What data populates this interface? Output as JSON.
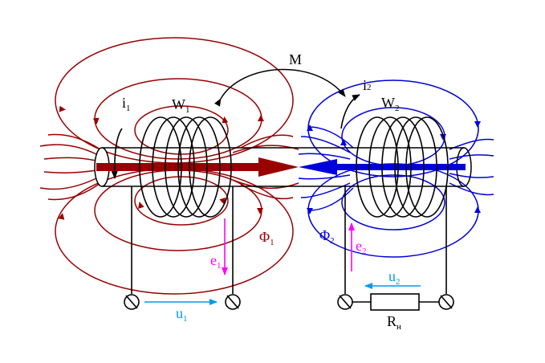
{
  "labels": {
    "mutual": "M",
    "current1": "i",
    "current1_sub": "1",
    "current2": "i",
    "current2_sub": "2",
    "winding1": "W",
    "winding1_sub": "1",
    "winding2": "W",
    "winding2_sub": "2",
    "flux1": "Φ",
    "flux1_sub": "1",
    "flux2": "Φ",
    "flux2_sub": "2",
    "emf1": "e",
    "emf1_sub": "1",
    "emf2": "e",
    "emf2_sub": "2",
    "voltage1": "u",
    "voltage1_sub": "1",
    "voltage2": "u",
    "voltage2_sub": "2",
    "load": "R",
    "load_sub": "н"
  },
  "colors": {
    "flux1": "#990000",
    "flux2": "#0000dd",
    "emf": "#ff00ff",
    "voltage": "#0099ee",
    "wire": "#000000"
  }
}
